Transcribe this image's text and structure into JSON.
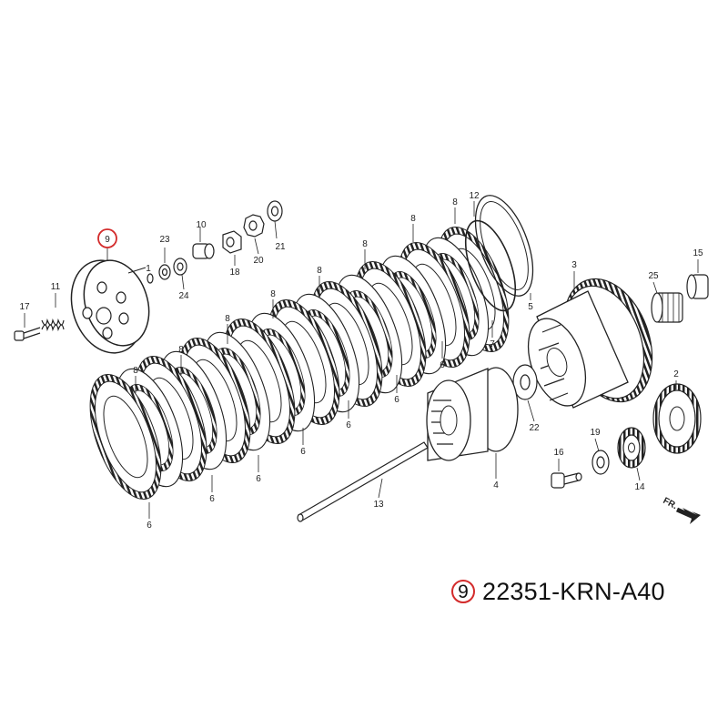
{
  "highlight_color": "#d32b2b",
  "highlighted_ref": "9",
  "part_number": "22351-KRN-A40",
  "direction_label": "FR.",
  "callouts": {
    "c1": "1",
    "c2": "2",
    "c3": "3",
    "c4": "4",
    "c5": "5",
    "c6a": "6",
    "c6b": "6",
    "c6c": "6",
    "c6d": "6",
    "c6e": "6",
    "c6f": "6",
    "c6g": "6",
    "c7": "7",
    "c8a": "8",
    "c8b": "8",
    "c8c": "8",
    "c8d": "8",
    "c8e": "8",
    "c8f": "8",
    "c8g": "8",
    "c8h": "8",
    "c9": "9",
    "c10": "10",
    "c11": "11",
    "c12": "12",
    "c13": "13",
    "c14": "14",
    "c15": "15",
    "c16": "16",
    "c17": "17",
    "c18": "18",
    "c19": "19",
    "c20": "20",
    "c21": "21",
    "c22": "22",
    "c23": "23",
    "c24": "24",
    "c25": "25"
  },
  "icons": {
    "pressure_plate": "pressure-plate-icon",
    "friction_disc": "friction-disc-icon",
    "clutch_plate": "clutch-plate-icon",
    "outer_housing": "clutch-outer-icon",
    "center_hub": "clutch-center-icon",
    "gear": "gear-icon",
    "arrow": "forward-arrow-icon"
  }
}
